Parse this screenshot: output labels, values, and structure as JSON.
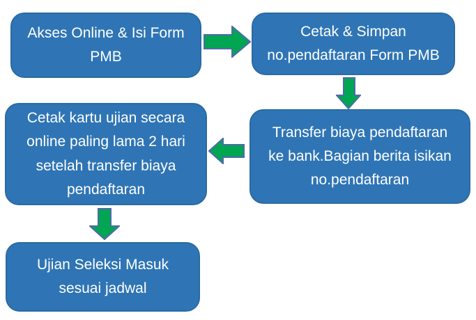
{
  "diagram": {
    "type": "flowchart",
    "steps": [
      {
        "id": 1,
        "label": "Akses Online  & Isi Form\nPMB"
      },
      {
        "id": 2,
        "label": "Cetak & Simpan\nno.pendaftaran Form PMB"
      },
      {
        "id": 3,
        "label": "Transfer biaya pendaftaran\nke bank.Bagian berita isikan\nno.pendaftaran"
      },
      {
        "id": 4,
        "label": "Cetak kartu ujian secara\nonline paling lama 2 hari\nsetelah transfer biaya\npendaftaran"
      },
      {
        "id": 5,
        "label": "Ujian Seleksi Masuk\nsesuai jadwal"
      }
    ],
    "connections": [
      {
        "from": 1,
        "to": 2,
        "direction": "right"
      },
      {
        "from": 2,
        "to": 3,
        "direction": "down"
      },
      {
        "from": 3,
        "to": 4,
        "direction": "left"
      },
      {
        "from": 4,
        "to": 5,
        "direction": "down"
      }
    ]
  },
  "colors": {
    "page_bg": "#FFFFFF",
    "box_fill": "#2F75B5",
    "box_border": "#2A6AA4",
    "box_text": "#FFFFFF",
    "arrow_fill": "#00A651",
    "arrow_border": "#5069AC"
  }
}
